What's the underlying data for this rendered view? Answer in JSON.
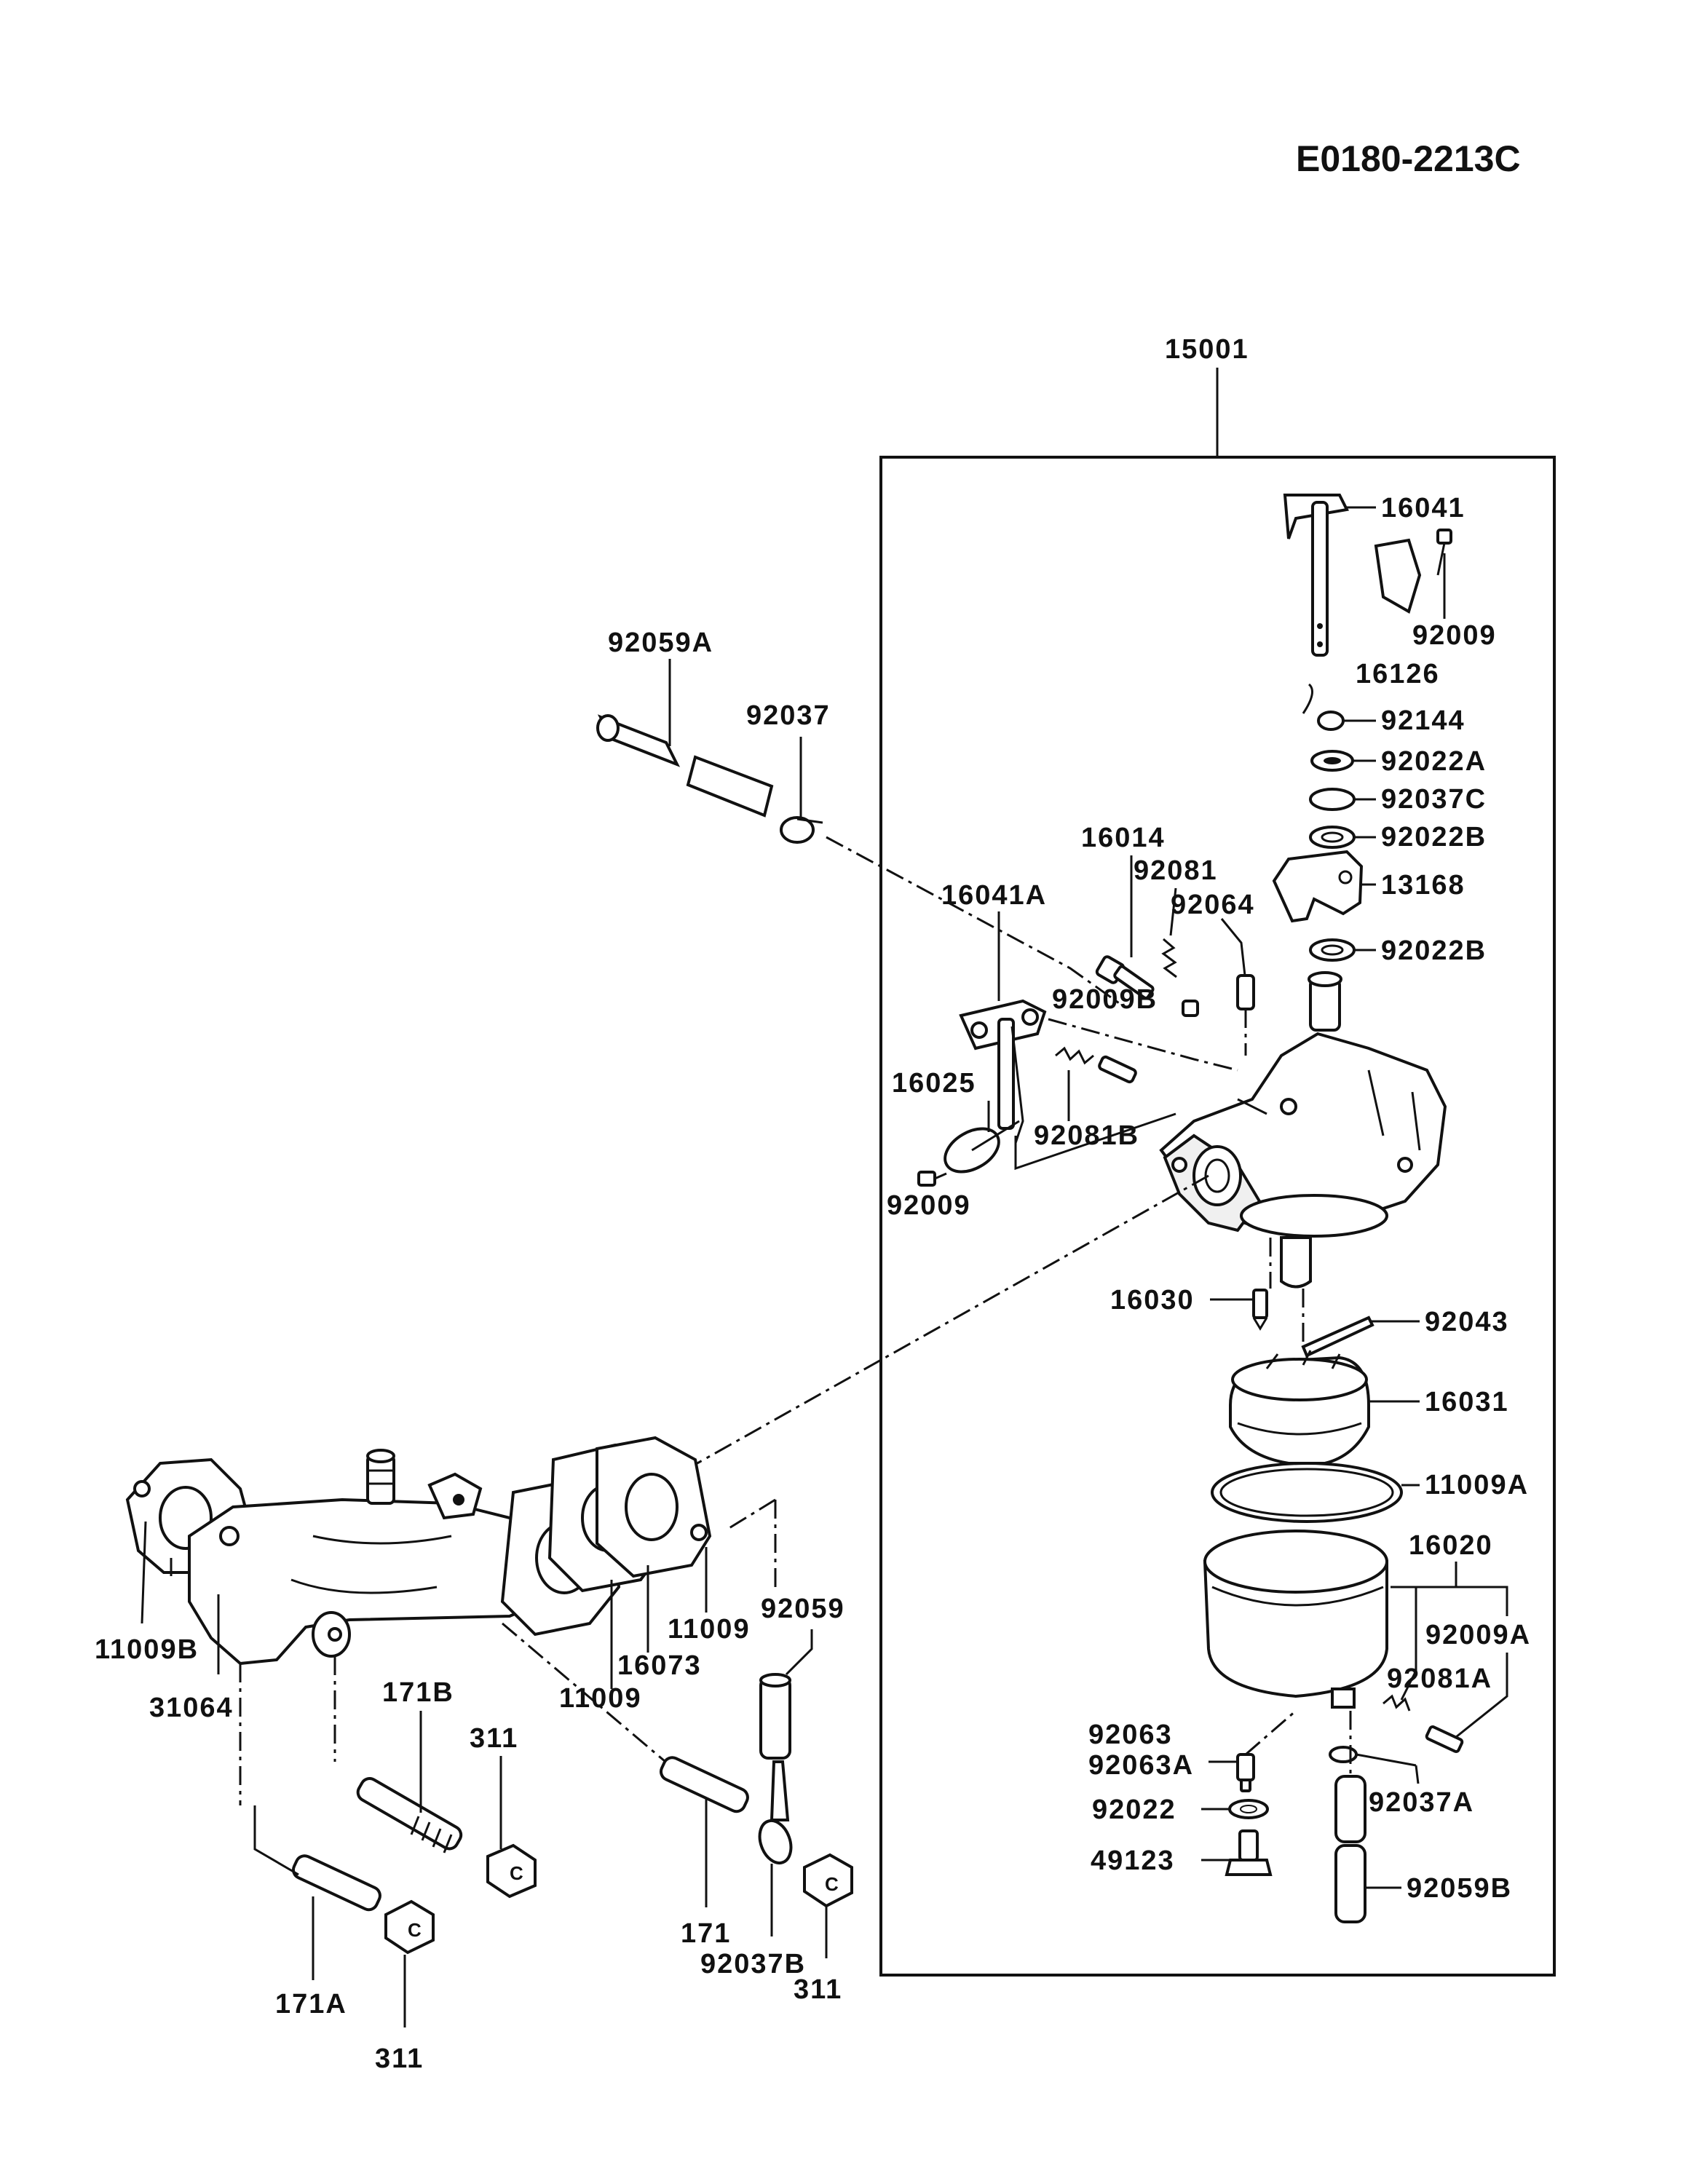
{
  "document_code": "E0180-2213C",
  "labels": {
    "p15001": "15001",
    "p16041": "16041",
    "p92009_top": "92009",
    "p16126": "16126",
    "p92144": "92144",
    "p92022A": "92022A",
    "p92037C": "92037C",
    "p92022B_1": "92022B",
    "p13168": "13168",
    "p92022B_2": "92022B",
    "p92059A": "92059A",
    "p92037": "92037",
    "p16014": "16014",
    "p92081": "92081",
    "p92064": "92064",
    "p16041A": "16041A",
    "p92009B": "92009B",
    "p16025": "16025",
    "p92081B": "92081B",
    "p92009_left": "92009",
    "p16030": "16030",
    "p92043": "92043",
    "p16031": "16031",
    "p11009A": "11009A",
    "p16020": "16020",
    "p92009A": "92009A",
    "p92081A": "92081A",
    "p92063": "92063",
    "p92063A": "92063A",
    "p92037A": "92037A",
    "p92022": "92022",
    "p49123": "49123",
    "p92059B": "92059B",
    "p11009B": "11009B",
    "p31064": "31064",
    "p16073": "16073",
    "p11009_1": "11009",
    "p11009_2": "11009",
    "p92059": "92059",
    "p171B": "171B",
    "p311_1": "311",
    "p171A": "171A",
    "p311_2": "311",
    "p171": "171",
    "p92037B": "92037B",
    "p311_3": "311"
  }
}
